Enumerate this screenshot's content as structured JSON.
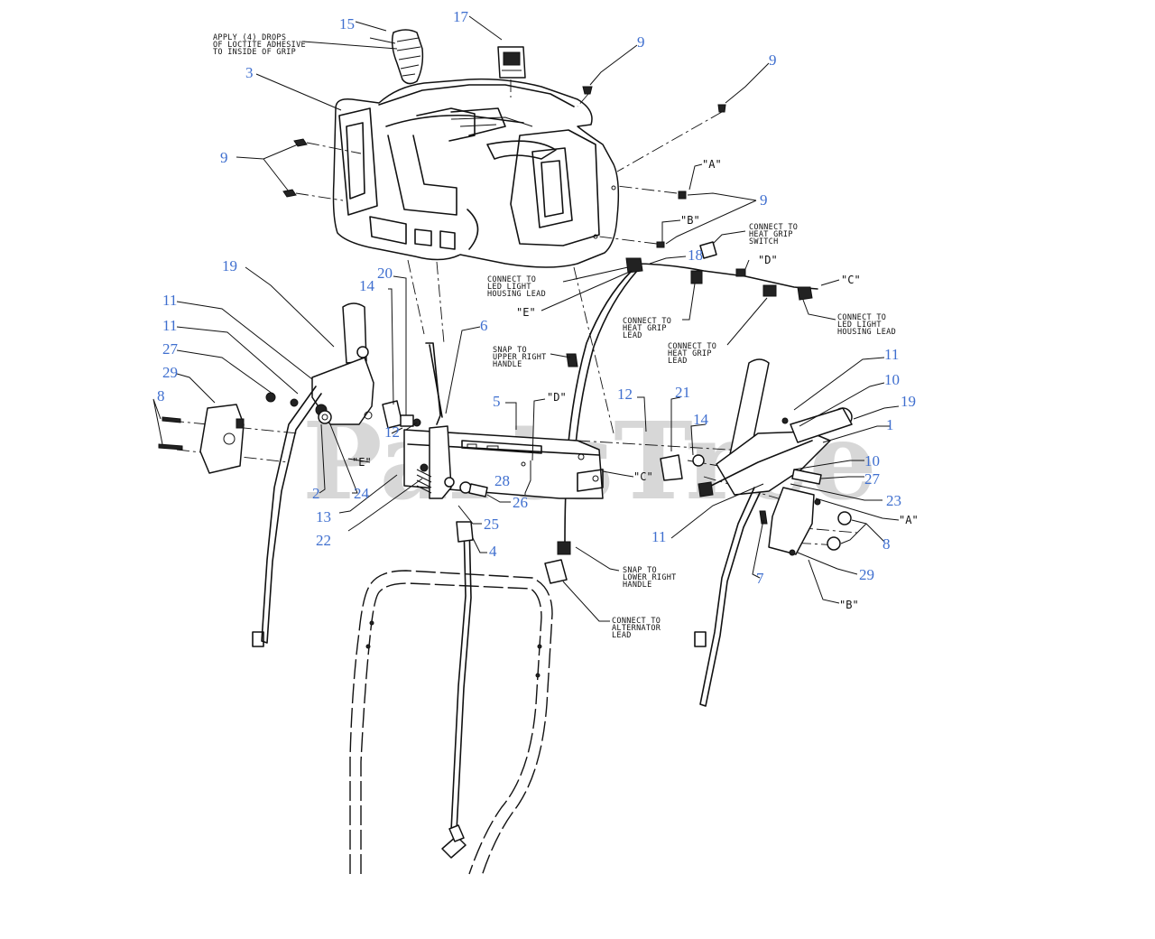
{
  "watermark": "PartsTree",
  "callouts": {
    "c1": "1",
    "c2": "2",
    "c3": "3",
    "c4": "4",
    "c5": "5",
    "c6": "6",
    "c7": "7",
    "c8a": "8",
    "c8b": "8",
    "c9a": "9",
    "c9b": "9",
    "c9c": "9",
    "c9d": "9",
    "c10a": "10",
    "c10b": "10",
    "c11a": "11",
    "c11b": "11",
    "c11c": "11",
    "c11d": "11",
    "c12a": "12",
    "c12b": "12",
    "c13": "13",
    "c14a": "14",
    "c14b": "14",
    "c15": "15",
    "c17": "17",
    "c18": "18",
    "c19a": "19",
    "c19b": "19",
    "c20": "20",
    "c21": "21",
    "c22": "22",
    "c23": "23",
    "c24": "24",
    "c25": "25",
    "c26": "26",
    "c27a": "27",
    "c27b": "27",
    "c28": "28",
    "c29a": "29",
    "c29b": "29"
  },
  "letter_labels": {
    "a_top": "\"A\"",
    "a_right": "\"A\"",
    "b_top": "\"B\"",
    "b_bottom": "\"B\"",
    "c_right": "\"C\"",
    "c_mid": "\"C\"",
    "d_top": "\"D\"",
    "d_mid": "\"D\"",
    "e_left": "\"E\"",
    "e_mid": "\"E\""
  },
  "notes": {
    "loctite": [
      "APPLY (4) DROPS",
      "OF LOCTITE ADHESIVE",
      "TO INSIDE OF GRIP"
    ],
    "heat_grip_switch": [
      "CONNECT TO",
      "HEAT GRIP",
      "SWITCH"
    ],
    "led_housing_left": [
      "CONNECT TO",
      "LED LIGHT",
      "HOUSING LEAD"
    ],
    "led_housing_right": [
      "CONNECT TO",
      "LED LIGHT",
      "HOUSING LEAD"
    ],
    "heat_grip_lead_1": [
      "CONNECT TO",
      "HEAT GRIP",
      "LEAD"
    ],
    "heat_grip_lead_2": [
      "CONNECT TO",
      "HEAT GRIP",
      "LEAD"
    ],
    "snap_upper": [
      "SNAP TO",
      "UPPER RIGHT",
      "HANDLE"
    ],
    "snap_lower": [
      "SNAP TO",
      "LOWER RIGHT",
      "HANDLE"
    ],
    "alternator": [
      "CONNECT TO",
      "ALTERNATOR",
      "LEAD"
    ]
  }
}
